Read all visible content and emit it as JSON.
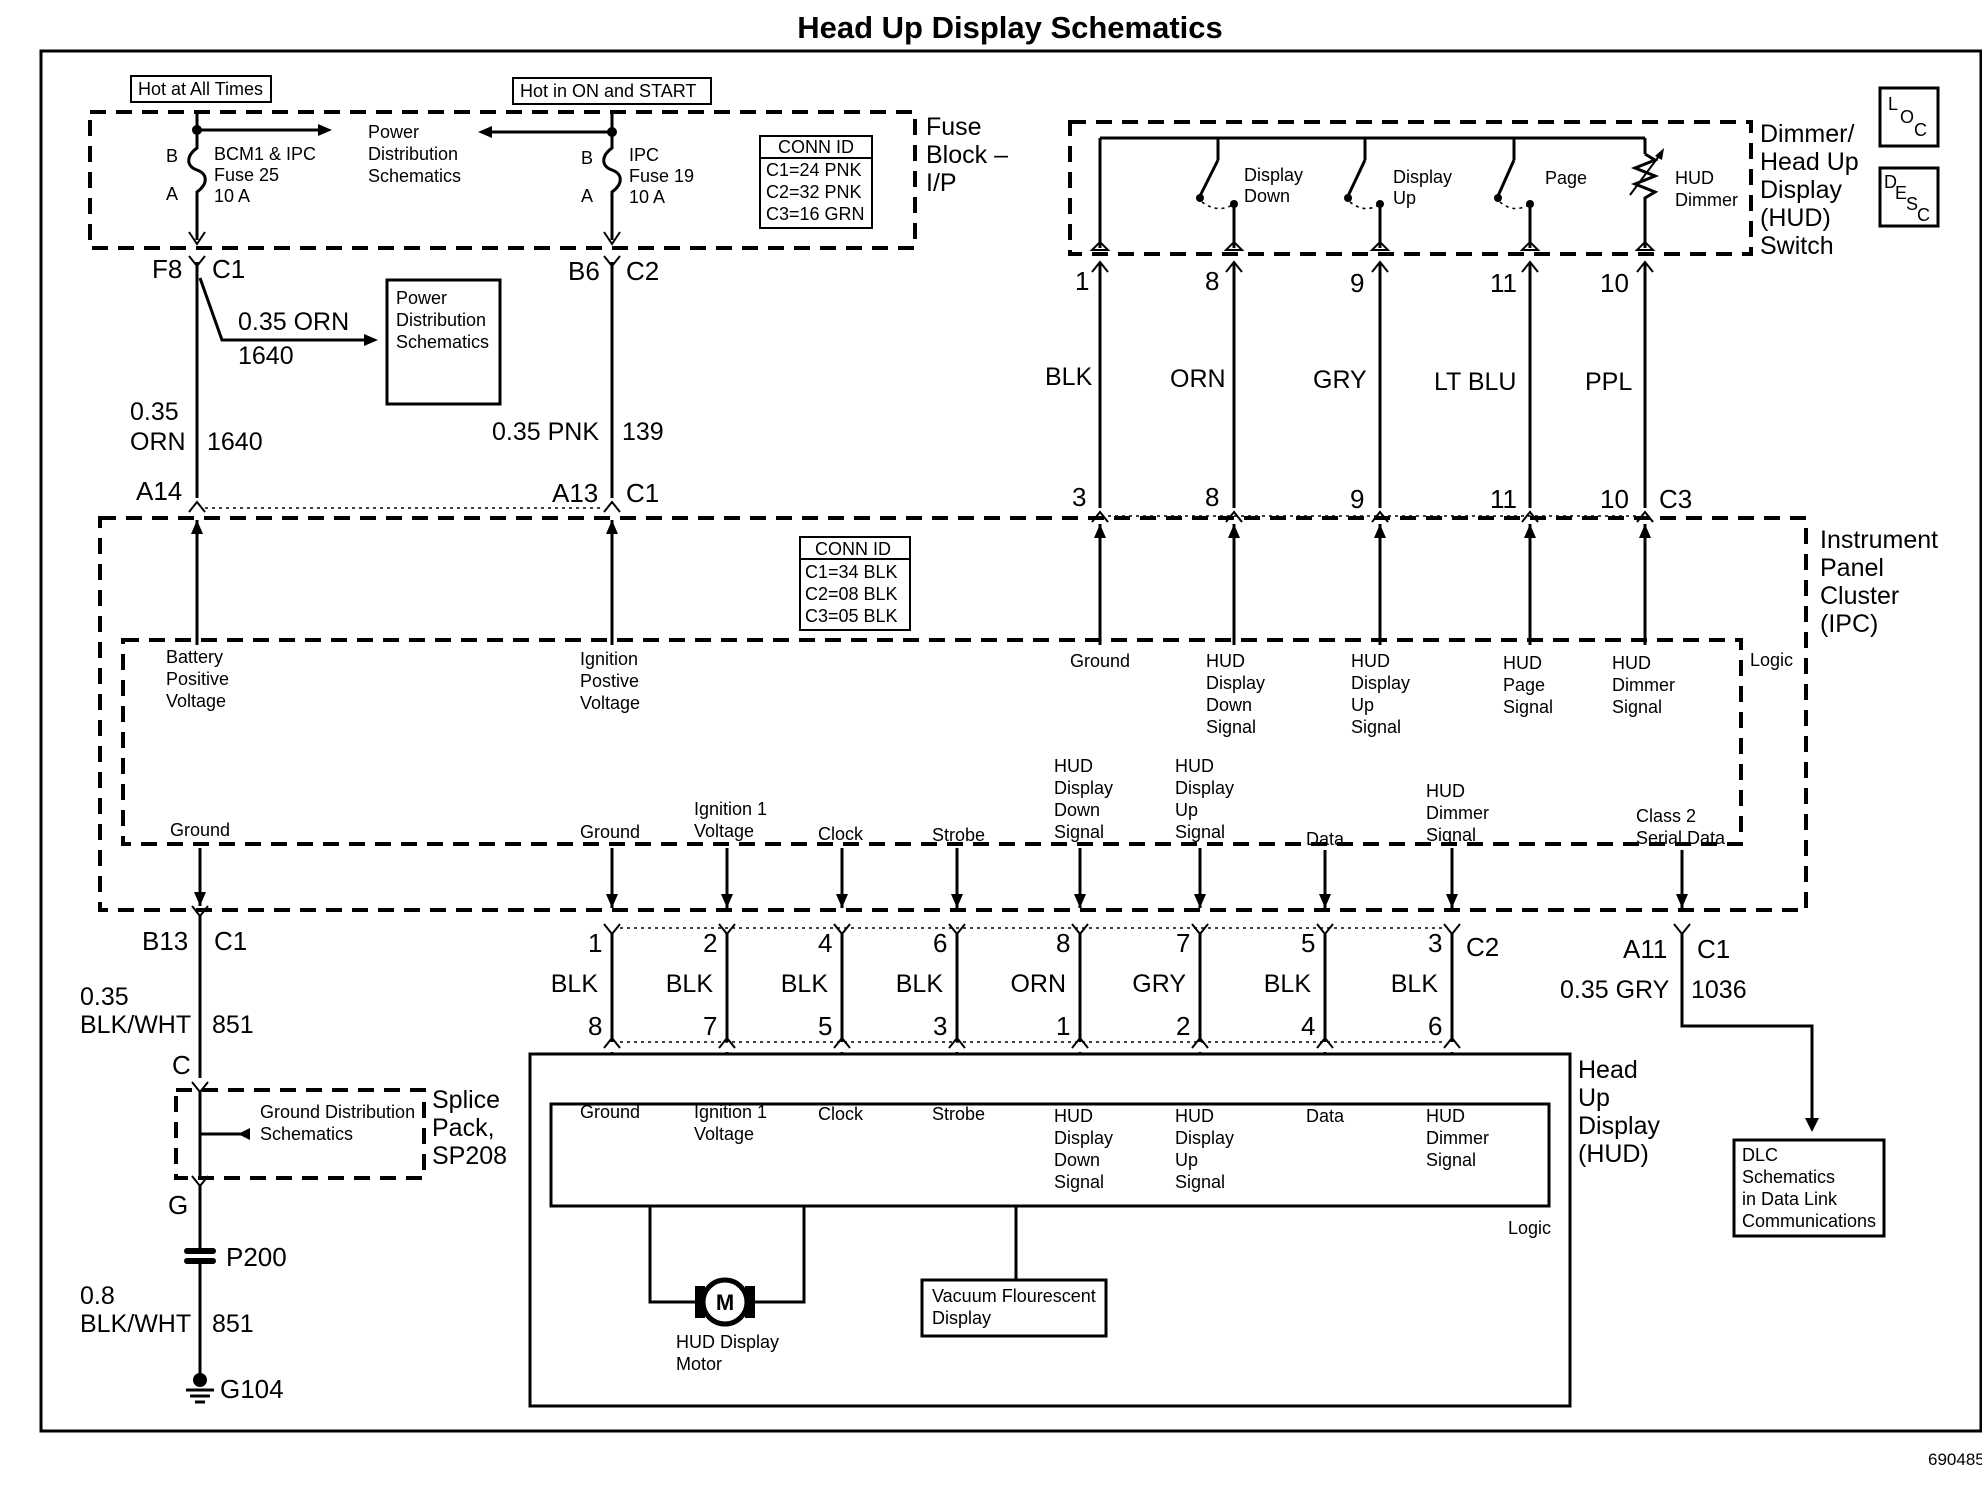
{
  "title": "Head Up Display Schematics",
  "figure_code": "690485",
  "badges": {
    "loc": [
      "L",
      "O",
      "C"
    ],
    "desc": [
      "D",
      "E",
      "S",
      "C"
    ]
  },
  "fuse_block": {
    "label": [
      "Fuse",
      "Block –",
      "I/P"
    ],
    "hot_at_all_times": "Hot at All Times",
    "hot_in_on_start": "Hot in ON and START",
    "fuse1": [
      "BCM1 & IPC",
      "Fuse 25",
      "10 A"
    ],
    "fuse2": [
      "IPC",
      "Fuse 19",
      "10 A"
    ],
    "pin_b": "B",
    "pin_a": "A",
    "power_distribution": [
      "Power",
      "Distribution",
      "Schematics"
    ],
    "conn_id": [
      "CONN ID",
      "C1=24 PNK",
      "C2=32 PNK",
      "C3=16 GRN"
    ]
  },
  "wires_top": {
    "f8": "F8",
    "c1_top": "C1",
    "b6": "B6",
    "c2_top": "C2",
    "orn_label": "0.35 ORN",
    "orn_num": "1640",
    "pd_box": [
      "Power",
      "Distribution",
      "Schematics"
    ],
    "orn_side": [
      "0.35",
      "ORN"
    ],
    "orn_side_num": "1640",
    "pnk_label": "0.35 PNK",
    "pnk_num": "139",
    "a14": "A14",
    "a13": "A13",
    "c1_ipc": "C1"
  },
  "dimmer_switch": {
    "label": [
      "Dimmer/",
      "Head Up",
      "Display",
      "(HUD)",
      "Switch"
    ],
    "switches": [
      [
        "Display",
        "Down"
      ],
      [
        "Display",
        "Up"
      ],
      [
        "Page"
      ],
      [
        "HUD",
        "Dimmer"
      ]
    ],
    "top_pins": [
      "1",
      "8",
      "9",
      "11",
      "10"
    ],
    "colors": [
      "BLK",
      "ORN",
      "GRY",
      "LT BLU",
      "PPL"
    ],
    "bottom_pins": [
      "3",
      "8",
      "9",
      "11",
      "10"
    ],
    "c3": "C3"
  },
  "ipc": {
    "label": [
      "Instrument",
      "Panel",
      "Cluster",
      "(IPC)"
    ],
    "conn_id": [
      "CONN ID",
      "C1=34 BLK",
      "C2=08 BLK",
      "C3=05 BLK"
    ],
    "logic": "Logic",
    "battery": [
      "Battery",
      "Positive",
      "Voltage"
    ],
    "ignition": [
      "Ignition",
      "Postive",
      "Voltage"
    ],
    "top_signals": [
      [
        "Ground"
      ],
      [
        "HUD",
        "Display",
        "Down",
        "Signal"
      ],
      [
        "HUD",
        "Display",
        "Up",
        "Signal"
      ],
      [
        "HUD",
        "Page",
        "Signal"
      ],
      [
        "HUD",
        "Dimmer",
        "Signal"
      ]
    ],
    "ground": "Ground",
    "bottom_signals": [
      [
        "Ground"
      ],
      [
        "Ignition 1",
        "Voltage"
      ],
      [
        "Clock"
      ],
      [
        "Strobe"
      ],
      [
        "HUD",
        "Display",
        "Down",
        "Signal"
      ],
      [
        "HUD",
        "Display",
        "Up",
        "Signal"
      ],
      [
        "Data"
      ],
      [
        "HUD",
        "Dimmer",
        "Signal"
      ]
    ],
    "class2": [
      "Class 2",
      "Serial Data"
    ]
  },
  "ground_circuit": {
    "b13": "B13",
    "c1": "C1",
    "wire1": [
      "0.35",
      "BLK/WHT"
    ],
    "wire1_num": "851",
    "c": "C",
    "gd_schematics": [
      "Ground Distribution",
      "Schematics"
    ],
    "splice": [
      "Splice",
      "Pack,",
      "SP208"
    ],
    "g": "G",
    "p200": "P200",
    "wire2": [
      "0.8",
      "BLK/WHT"
    ],
    "wire2_num": "851",
    "g104": "G104"
  },
  "hud_connector": {
    "ipc_pins": [
      "1",
      "2",
      "4",
      "6",
      "8",
      "7",
      "5",
      "3"
    ],
    "colors": [
      "BLK",
      "BLK",
      "BLK",
      "BLK",
      "ORN",
      "GRY",
      "BLK",
      "BLK"
    ],
    "hud_pins": [
      "8",
      "7",
      "5",
      "3",
      "1",
      "2",
      "4",
      "6"
    ],
    "c2": "C2"
  },
  "serial": {
    "a11": "A11",
    "c1": "C1",
    "wire": "0.35 GRY",
    "wire_num": "1036",
    "dlc": [
      "DLC",
      "Schematics",
      "in Data Link",
      "Communications"
    ]
  },
  "hud": {
    "label": [
      "Head",
      "Up",
      "Display",
      "(HUD)"
    ],
    "logic": "Logic",
    "signals": [
      [
        "Ground"
      ],
      [
        "Ignition 1",
        "Voltage"
      ],
      [
        "Clock"
      ],
      [
        "Strobe"
      ],
      [
        "HUD",
        "Display",
        "Down",
        "Signal"
      ],
      [
        "HUD",
        "Display",
        "Up",
        "Signal"
      ],
      [
        "Data"
      ],
      [
        "HUD",
        "Dimmer",
        "Signal"
      ]
    ],
    "motor_symbol": "M",
    "motor": [
      "HUD Display",
      "Motor"
    ],
    "vfd": [
      "Vacuum Flourescent",
      "Display"
    ]
  }
}
